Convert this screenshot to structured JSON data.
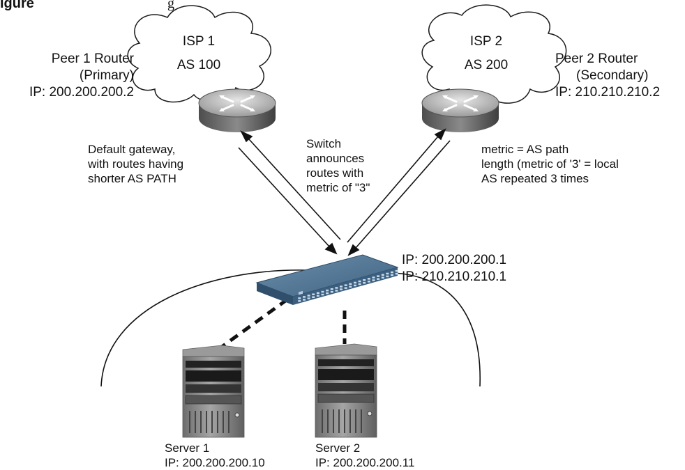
{
  "figure": {
    "number": "igure",
    "caption": "g"
  },
  "isp1": {
    "name": "ISP 1",
    "as": "AS 100"
  },
  "isp2": {
    "name": "ISP 2",
    "as": "AS 200"
  },
  "peer1": {
    "line1": "Peer 1 Router",
    "line2": "(Primary)",
    "ip": "IP: 200.200.200.2"
  },
  "peer2": {
    "line1": "Peer 2 Router",
    "line2": "(Secondary)",
    "ip": "IP: 210.210.210.2"
  },
  "gateway_note": [
    "Default gateway,",
    "with routes having",
    "shorter AS PATH"
  ],
  "announce_note": [
    "Switch",
    "announces",
    "routes with",
    "metric of \"3\""
  ],
  "metric_note": [
    "metric = AS path",
    "length (metric of '3' = local",
    "AS repeated 3 times"
  ],
  "switch": {
    "ip1": "IP: 200.200.200.1",
    "ip2": "IP: 210.210.210.1"
  },
  "server1": {
    "name": "Server 1",
    "ip": "IP: 200.200.200.10"
  },
  "server2": {
    "name": "Server 2",
    "ip": "IP: 200.200.200.11"
  },
  "colors": {
    "switch_top": "#4f7292",
    "switch_front": "#2f4f6c",
    "router_top": "#b9b9b9",
    "router_side": "#5a5a5a",
    "server_body": "#8a8a8a"
  }
}
